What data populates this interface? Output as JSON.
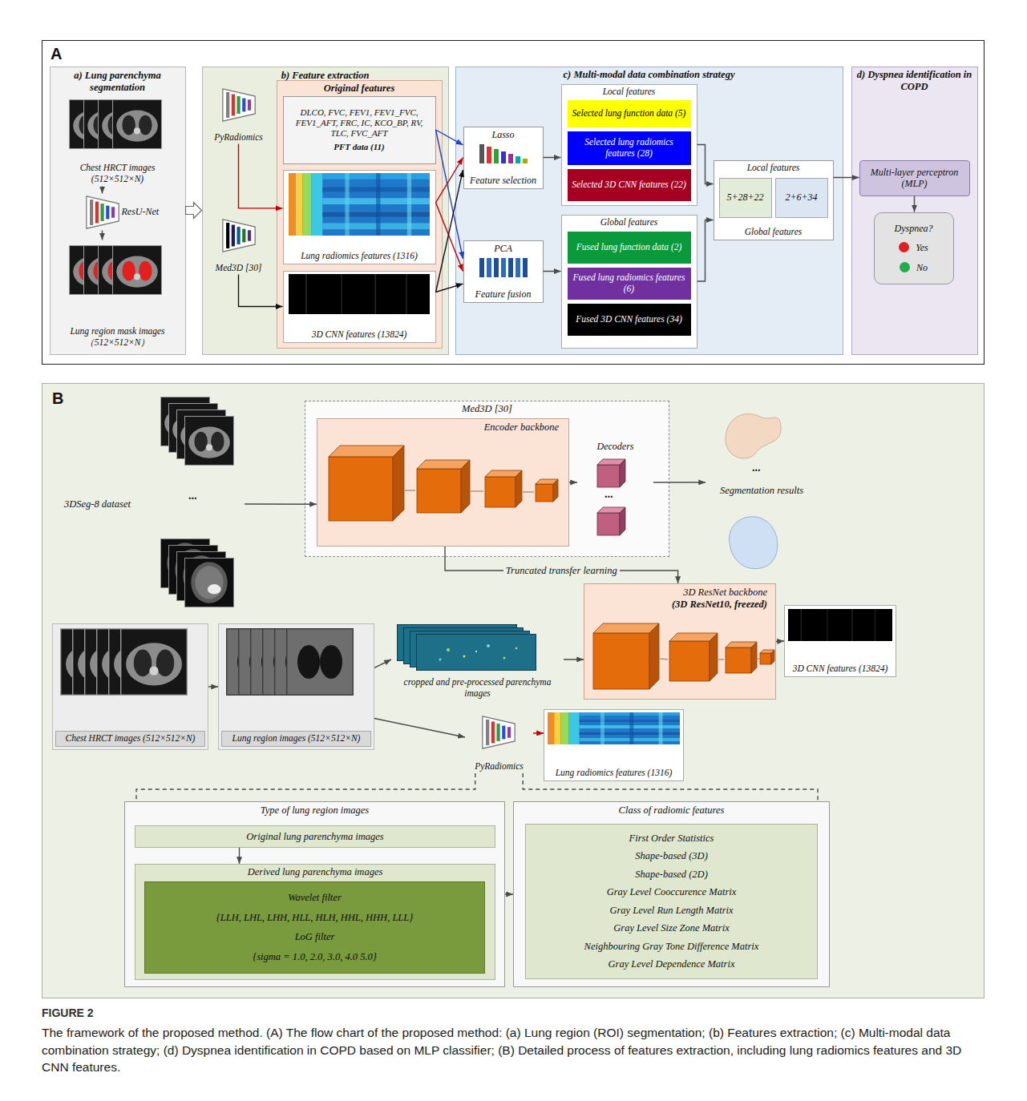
{
  "diagram": {
    "title": "FIGURE 2",
    "caption": "The framework of the proposed method. (A) The flow chart of the proposed method: (a) Lung region (ROI) segmentation; (b) Features extraction; (c) Multi-modal data combination strategy; (d) Dyspnea identification in COPD based on MLP classifier; (B) Detailed process of features extraction, including lung radiomics features and 3D CNN features.",
    "nodes": [
      {
        "text": [
          "A"
        ]
      },
      {
        "text": [
          "a) Lung parenchyma segmentation"
        ],
        "in": 0
      },
      {
        "text": [
          "Chest HRCT images (512×512×N)"
        ],
        "in": 1
      },
      {
        "text": [
          "ResU-Net"
        ],
        "in": 1
      },
      {
        "text": [
          "Lung region mask images（512×512×N）"
        ],
        "in": 1
      },
      {
        "text": [
          "b) Feature extraction"
        ],
        "in": 0
      },
      {
        "text": [
          "PyRadiomics"
        ],
        "in": 5
      },
      {
        "text": [
          "Med3D [30]"
        ],
        "in": 5
      },
      {
        "text": [
          "Original features"
        ],
        "in": 5
      },
      {
        "text": [
          "DLCO, FVC, FEV1, FEV1_FVC, FEV1_AFT, FRC, IC, KCO_BP, RV, TLC, FVC_AFT",
          "PFT data (11)"
        ],
        "in": 8
      },
      {
        "text": [
          "Lung radiomics features (1316)"
        ],
        "in": 8
      },
      {
        "text": [
          "3D CNN features (13824)"
        ],
        "in": 8
      },
      {
        "text": [
          "c) Multi-modal data combination strategy"
        ],
        "in": 0
      },
      {
        "text": [
          "Lasso",
          "Feature selection"
        ],
        "in": 12
      },
      {
        "text": [
          "PCA",
          "Feature fusion"
        ],
        "in": 12
      },
      {
        "text": [
          "Local features"
        ],
        "in": 12
      },
      {
        "text": [
          "Selected lung function data (5)"
        ],
        "in": 15
      },
      {
        "text": [
          "Selected lung radiomics features (28)"
        ],
        "in": 15
      },
      {
        "text": [
          "Selected 3D CNN features (22)"
        ],
        "in": 15
      },
      {
        "text": [
          "Global features"
        ],
        "in": 12
      },
      {
        "text": [
          "Fused lung function data (2)"
        ],
        "in": 19
      },
      {
        "text": [
          "Fused lung radiomics features (6)"
        ],
        "in": 19
      },
      {
        "text": [
          "Fused 3D CNN features (34)"
        ],
        "in": 19
      },
      {
        "text": [
          "Local features",
          "Global features"
        ],
        "in": 12
      },
      {
        "text": [
          "5+28+22"
        ],
        "in": 23
      },
      {
        "text": [
          "2+6+34"
        ],
        "in": 23
      },
      {
        "text": [
          "d) Dyspnea identification in COPD"
        ],
        "in": 0
      },
      {
        "text": [
          "Multi-layer perceptron (MLP)"
        ],
        "in": 26
      },
      {
        "text": [
          "Dyspnea?",
          "Yes",
          "No"
        ],
        "in": 26
      },
      {
        "text": [
          "B"
        ]
      },
      {
        "text": [
          "3DSeg-8 dataset"
        ],
        "in": 29
      },
      {
        "text": [
          "Med3D [30]"
        ],
        "in": 29
      },
      {
        "text": [
          "Encoder backbone"
        ],
        "in": 31
      },
      {
        "text": [
          "Decoders"
        ],
        "in": 31
      },
      {
        "text": [
          "Segmentation results"
        ],
        "in": 29
      },
      {
        "text": [
          "Chest HRCT images (512×512×N)"
        ],
        "in": 29
      },
      {
        "text": [
          "Lung region images (512×512×N)"
        ],
        "in": 29
      },
      {
        "text": [
          "cropped and pre-processed parenchyma images"
        ],
        "in": 29
      },
      {
        "text": [
          "3D ResNet backbone",
          "(3D ResNet10, freezed)"
        ],
        "in": 29
      },
      {
        "text": [
          "3D CNN features (13824)"
        ],
        "in": 29
      },
      {
        "text": [
          "PyRadiomics"
        ],
        "in": 29
      },
      {
        "text": [
          "Lung radiomics features (1316)"
        ],
        "in": 29
      },
      {
        "text": [
          "Type of lung region images"
        ],
        "in": 29
      },
      {
        "text": [
          "Original lung parenchyma images"
        ],
        "in": 42
      },
      {
        "text": [
          "Derived lung parenchyma images"
        ],
        "in": 42
      },
      {
        "text": [
          "Wavelet filter",
          "{LLH, LHL, LHH, HLL, HLH, HHL, HHH, LLL}",
          "LoG filter",
          "{sigma = 1.0, 2.0, 3.0, 4.0 5.0}"
        ],
        "in": 44
      },
      {
        "text": [
          "Class of radiomic features"
        ],
        "in": 29
      },
      {
        "text": [
          "First Order Statistics",
          "Shape-based (3D)",
          "Shape-based (2D)",
          "Gray Level Cooccurence Matrix",
          "Gray Level Run Length Matrix",
          "Gray Level Size Zone Matrix",
          "Neighbouring Gray Tone Difference Matrix",
          "Gray Level Dependence Matrix"
        ],
        "in": 46
      }
    ],
    "edges": [
      {
        "from": 2,
        "to": 3,
        "arrow": "to"
      },
      {
        "from": 3,
        "to": 4,
        "arrow": "to"
      },
      {
        "from": 1,
        "to": 5,
        "arrow": "to"
      },
      {
        "from": 6,
        "to": 10,
        "arrow": "to"
      },
      {
        "from": 7,
        "to": 11,
        "arrow": "to"
      },
      {
        "from": 9,
        "to": 13,
        "arrow": "to"
      },
      {
        "from": 9,
        "to": 14,
        "arrow": "to"
      },
      {
        "from": 10,
        "to": 13,
        "arrow": "to"
      },
      {
        "from": 10,
        "to": 14,
        "arrow": "to"
      },
      {
        "from": 11,
        "to": 13,
        "arrow": "to"
      },
      {
        "from": 11,
        "to": 14,
        "arrow": "to"
      },
      {
        "from": 13,
        "to": 15,
        "arrow": "to"
      },
      {
        "from": 14,
        "to": 19,
        "arrow": "to"
      },
      {
        "from": 15,
        "to": 23,
        "arrow": "to"
      },
      {
        "from": 19,
        "to": 23,
        "arrow": "to"
      },
      {
        "from": 23,
        "to": 27,
        "arrow": "to"
      },
      {
        "from": 27,
        "to": 28,
        "arrow": "to"
      },
      {
        "from": 30,
        "to": 32,
        "arrow": "to"
      },
      {
        "from": 32,
        "to": 33,
        "arrow": "to"
      },
      {
        "from": 33,
        "to": 34,
        "arrow": "to"
      },
      {
        "from": 32,
        "to": 38,
        "label": "Truncated transfer learning",
        "arrow": "to"
      },
      {
        "from": 35,
        "to": 36,
        "arrow": "to"
      },
      {
        "from": 36,
        "to": 37,
        "arrow": "to"
      },
      {
        "from": 36,
        "to": 40,
        "arrow": "to"
      },
      {
        "from": 37,
        "to": 38,
        "arrow": "to"
      },
      {
        "from": 38,
        "to": 39,
        "arrow": "to"
      },
      {
        "from": 40,
        "to": 41,
        "arrow": "to"
      },
      {
        "from": 43,
        "to": 44,
        "arrow": "to"
      },
      {
        "from": 42,
        "to": 46,
        "arrow": "to"
      },
      {
        "from": 40,
        "to": 42,
        "arrow": "none"
      },
      {
        "from": 40,
        "to": 46,
        "arrow": "none"
      }
    ],
    "labels": [
      "...",
      "...",
      "..."
    ]
  }
}
